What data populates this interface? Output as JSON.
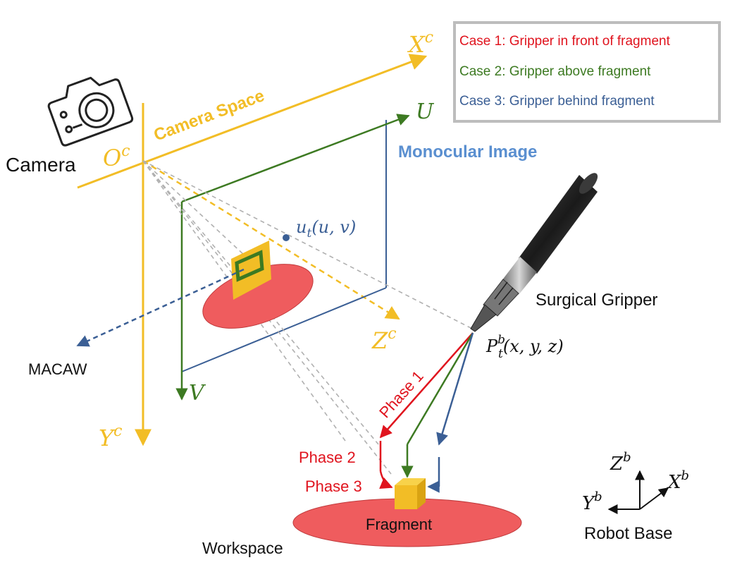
{
  "colors": {
    "yellow": "#f2bd26",
    "green": "#3d7a22",
    "blue": "#3b5f95",
    "red": "#e0141e",
    "title_blue": "#5a8fd0",
    "fragment_red": "#ef5c5e",
    "gray": "#b0b0b0"
  },
  "legend": {
    "case1": "Case 1: Gripper in front of fragment",
    "case2": "Case 2: Gripper above fragment",
    "case3": "Case 3: Gripper behind fragment"
  },
  "camera": {
    "label": "Camera",
    "icon": "camera-icon",
    "space_label": "Camera Space",
    "origin": "O",
    "origin_sup": "c",
    "x_axis": "X",
    "y_axis": "Y",
    "z_axis": "Z",
    "axis_sup": "c"
  },
  "image_plane": {
    "title": "Monocular Image",
    "u_axis": "U",
    "v_axis": "V",
    "point_label": "u",
    "point_sub": "t",
    "point_args": "(u, v)"
  },
  "gripper": {
    "label": "Surgical Gripper",
    "point_label": "P",
    "point_sub": "t",
    "point_sup": "b",
    "point_args": "(x, y, z)"
  },
  "phases": {
    "phase1": "Phase 1",
    "phase2": "Phase 2",
    "phase3": "Phase 3"
  },
  "workspace": {
    "label": "Workspace",
    "fragment_label": "Fragment"
  },
  "macaw": {
    "label": "MACAW"
  },
  "robot_base": {
    "label": "Robot Base",
    "x_axis": "X",
    "y_axis": "Y",
    "z_axis": "Z",
    "axis_sup": "b"
  }
}
